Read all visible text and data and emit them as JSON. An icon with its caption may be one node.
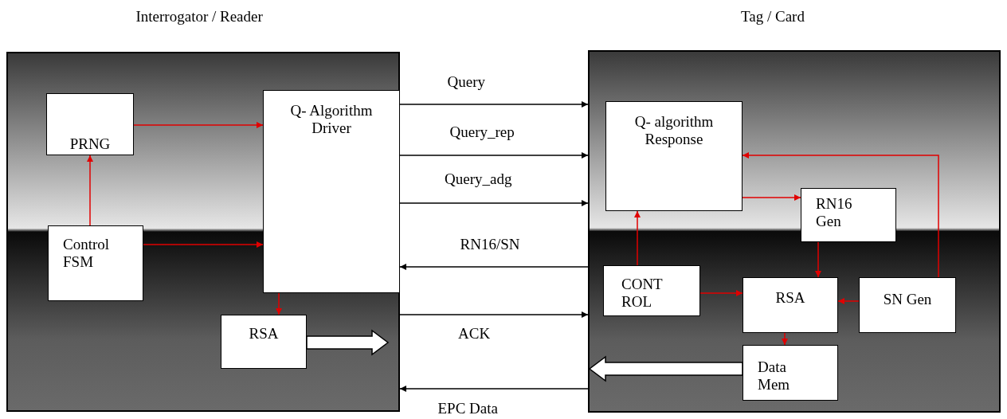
{
  "diagram": {
    "nodes": [
      {
        "text": [
          "Interrogator / Reader"
        ]
      },
      {
        "text": [
          "PRNG"
        ],
        "in": 0
      },
      {
        "text": [
          "Q- Algorithm Driver"
        ],
        "in": 0
      },
      {
        "text": [
          "Control FSM"
        ],
        "in": 0
      },
      {
        "text": [
          "RSA"
        ],
        "in": 0
      },
      {
        "text": [
          "Tag / Card"
        ]
      },
      {
        "text": [
          "Q- algorithm Response"
        ],
        "in": 5
      },
      {
        "text": [
          "RN16 Gen"
        ],
        "in": 5
      },
      {
        "text": [
          "CONT ROL"
        ],
        "in": 5
      },
      {
        "text": [
          "RSA"
        ],
        "in": 5
      },
      {
        "text": [
          "SN Gen"
        ],
        "in": 5
      },
      {
        "text": [
          "Data Mem"
        ],
        "in": 5
      }
    ],
    "edges": [
      {
        "from": 3,
        "to": 1,
        "arrow": "to"
      },
      {
        "from": 1,
        "to": 2,
        "arrow": "to"
      },
      {
        "from": 3,
        "to": 2,
        "arrow": "to"
      },
      {
        "from": 2,
        "to": 4,
        "arrow": "to"
      },
      {
        "from": 4,
        "to": null,
        "arrow": "to",
        "style": "thick"
      },
      {
        "from": 2,
        "to": 5,
        "label": "Query",
        "arrow": "to",
        "color": "#000000"
      },
      {
        "from": 2,
        "to": 5,
        "label": "Query_rep",
        "arrow": "to",
        "color": "#000000"
      },
      {
        "from": 2,
        "to": 5,
        "label": "Query_adg",
        "arrow": "to",
        "color": "#000000"
      },
      {
        "from": 5,
        "to": 2,
        "label": "RN16/SN",
        "arrow": "to",
        "color": "#000000"
      },
      {
        "from": 0,
        "to": 5,
        "label": "ACK",
        "arrow": "to",
        "color": "#000000"
      },
      {
        "from": 5,
        "to": 0,
        "label": "EPC Data",
        "arrow": "to",
        "color": "#000000"
      },
      {
        "from": 6,
        "to": 7,
        "arrow": "to"
      },
      {
        "from": 8,
        "to": 6,
        "arrow": "to"
      },
      {
        "from": 8,
        "to": 9,
        "arrow": "to"
      },
      {
        "from": 7,
        "to": 9,
        "arrow": "to"
      },
      {
        "from": 10,
        "to": 9,
        "arrow": "to"
      },
      {
        "from": 10,
        "to": 6,
        "arrow": "to"
      },
      {
        "from": 9,
        "to": 11,
        "arrow": "to"
      },
      {
        "from": 11,
        "to": null,
        "arrow": "to",
        "style": "thick"
      }
    ]
  }
}
